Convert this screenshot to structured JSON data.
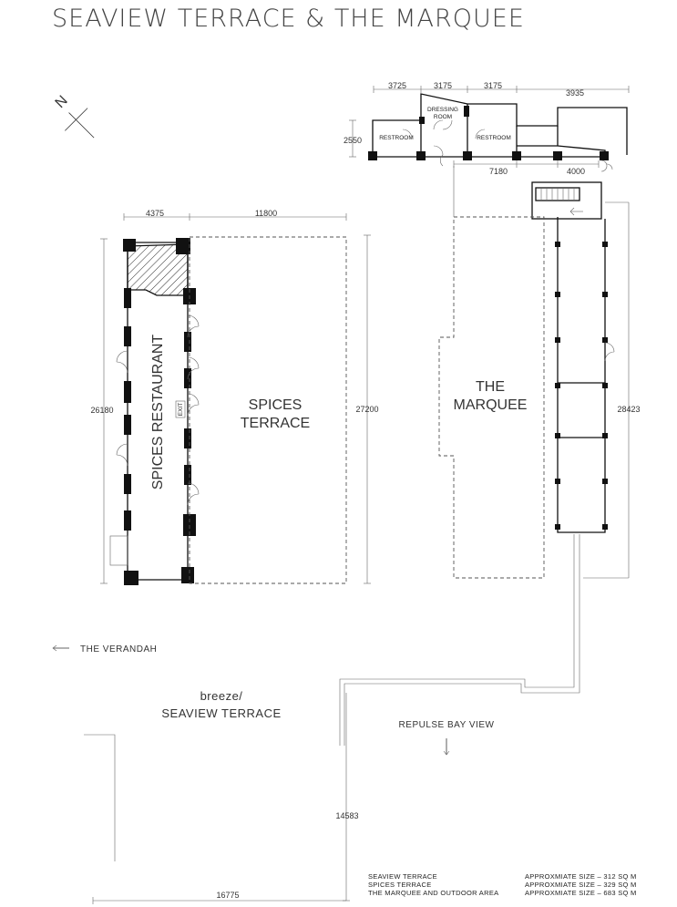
{
  "title": "SEAVIEW TERRACE & THE MARQUEE",
  "compass": {
    "north_label": "N",
    "icon": "north-arrow-icon"
  },
  "dimensions": {
    "d3725": "3725",
    "d3175a": "3175",
    "d3175b": "3175",
    "d3935": "3935",
    "d2550": "2550",
    "d7180": "7180",
    "d4000": "4000",
    "d4375": "4375",
    "d11800": "11800",
    "d26180": "26180",
    "d27200": "27200",
    "d28423": "28423",
    "d14583": "14583",
    "d16775": "16775"
  },
  "rooms": {
    "restroom_left": "RESTROOM",
    "dressing_line1": "DRESSING",
    "dressing_line2": "ROOM",
    "restroom_right": "RESTROOM",
    "spices_restaurant": "SPICES RESTAURANT",
    "exit": "EXIT",
    "spices_terrace_line1": "SPICES",
    "spices_terrace_line2": "TERRACE",
    "marquee_line1": "THE",
    "marquee_line2": "MARQUEE"
  },
  "labels": {
    "verandah": "THE VERANDAH",
    "breeze_line1": "breeze/",
    "breeze_line2": "SEAVIEW TERRACE",
    "repulse_bay": "REPULSE BAY VIEW"
  },
  "legend": [
    {
      "area": "SEAVIEW TERRACE",
      "size": "APPROXMIATE SIZE – 312 SQ M"
    },
    {
      "area": "SPICES TERRACE",
      "size": "APPROXMIATE SIZE – 329 SQ M"
    },
    {
      "area": "THE MARQUEE AND OUTDOOR AREA",
      "size": "APPROXMIATE SIZE – 683 SQ M"
    }
  ]
}
